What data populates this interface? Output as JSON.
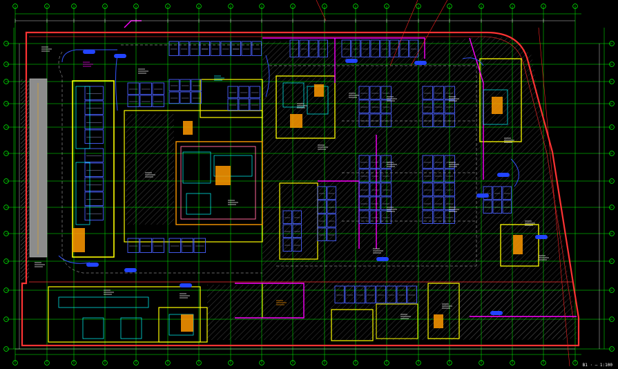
{
  "drawing": {
    "caption": "B1 · — 1:100",
    "background": "#000000",
    "palette": {
      "grid": "#00ff00",
      "outer_wall": "#ff3333",
      "inner_wall": "#ffff00",
      "partition": "#ff00ff",
      "cores": "#00ffff",
      "parking_blue": "#4a60ff",
      "hatch": "#777777",
      "dim": "#ffffff",
      "orange": "#ff9900"
    },
    "symbols": [
      "axis-bubble",
      "parking-space-block",
      "stair-core",
      "elevator-core",
      "hatch-area",
      "dimension-line"
    ]
  }
}
